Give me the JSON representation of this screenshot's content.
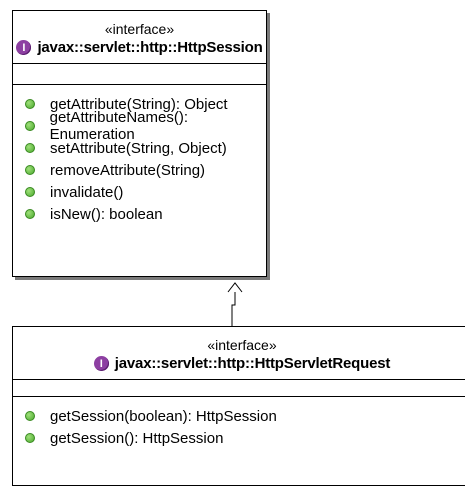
{
  "classes": [
    {
      "stereotype": "«interface»",
      "icon": "interface-icon",
      "icon_letter": "I",
      "name": "javax::servlet::http::HttpSession",
      "operations": [
        "getAttribute(String): Object",
        "getAttributeNames(): Enumeration",
        "setAttribute(String, Object)",
        "removeAttribute(String)",
        "invalidate()",
        "isNew(): boolean"
      ]
    },
    {
      "stereotype": "«interface»",
      "icon": "interface-icon",
      "icon_letter": "I",
      "name": "javax::servlet::http::HttpServletRequest",
      "operations": [
        "getSession(boolean): HttpSession",
        "getSession(): HttpSession"
      ]
    }
  ],
  "relationship": {
    "type": "dependency",
    "from": "HttpServletRequest",
    "to": "HttpSession"
  },
  "colors": {
    "interface_icon": "#8d3fa2",
    "operation_bullet": "#4caa2e",
    "shadow": "#7a7a7a"
  }
}
